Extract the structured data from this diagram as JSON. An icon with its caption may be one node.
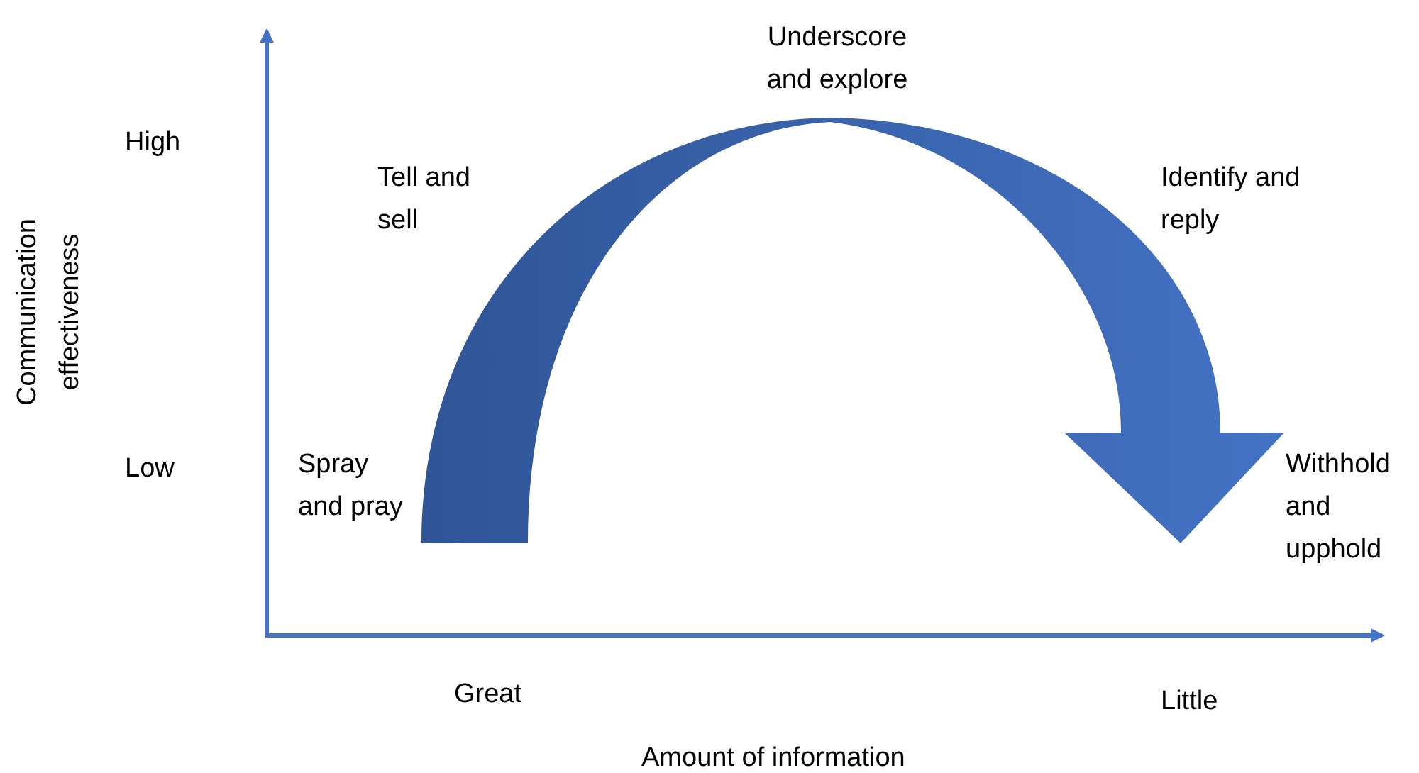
{
  "diagram": {
    "labels": [
      "Underscore and explore",
      "High",
      "Tell and sell",
      "Identify and reply",
      "Communication effectiveness",
      "Low",
      "Spray and pray",
      "Withhold and upphold",
      "Great",
      "Little",
      "Amount of information"
    ]
  }
}
